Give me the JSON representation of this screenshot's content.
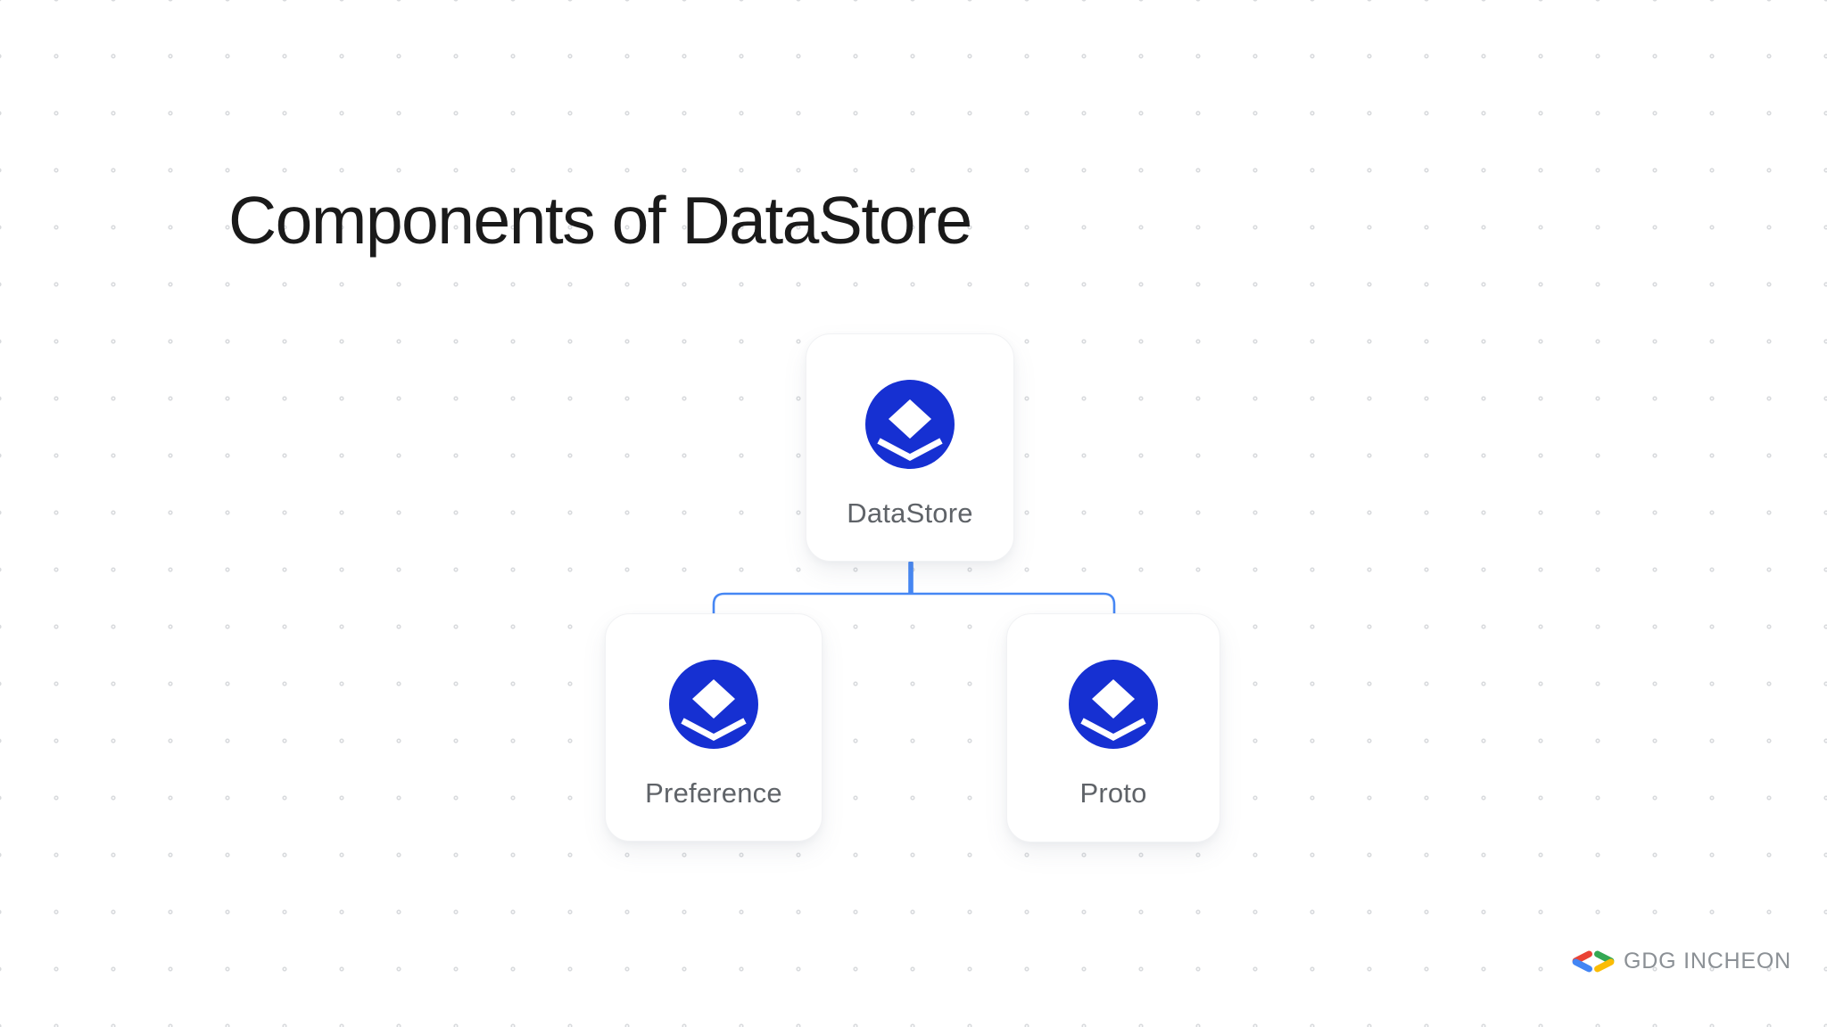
{
  "slide": {
    "title": "Components of DataStore"
  },
  "diagram": {
    "root": {
      "label": "DataStore",
      "icon": "datastore-layers-icon"
    },
    "children": [
      {
        "label": "Preference",
        "icon": "datastore-layers-icon"
      },
      {
        "label": "Proto",
        "icon": "datastore-layers-icon"
      }
    ]
  },
  "footer": {
    "brand": "GDG INCHEON"
  },
  "colors": {
    "title_text": "#1a1a1a",
    "node_label": "#5f6368",
    "icon_circle": "#1630d2",
    "connector": "#4687f4",
    "brand_text": "#8b9095",
    "dot_grid": "#d8dadd",
    "gdg_red": "#ea4335",
    "gdg_blue": "#4285f4",
    "gdg_green": "#34a853",
    "gdg_yellow": "#fbbc04"
  }
}
